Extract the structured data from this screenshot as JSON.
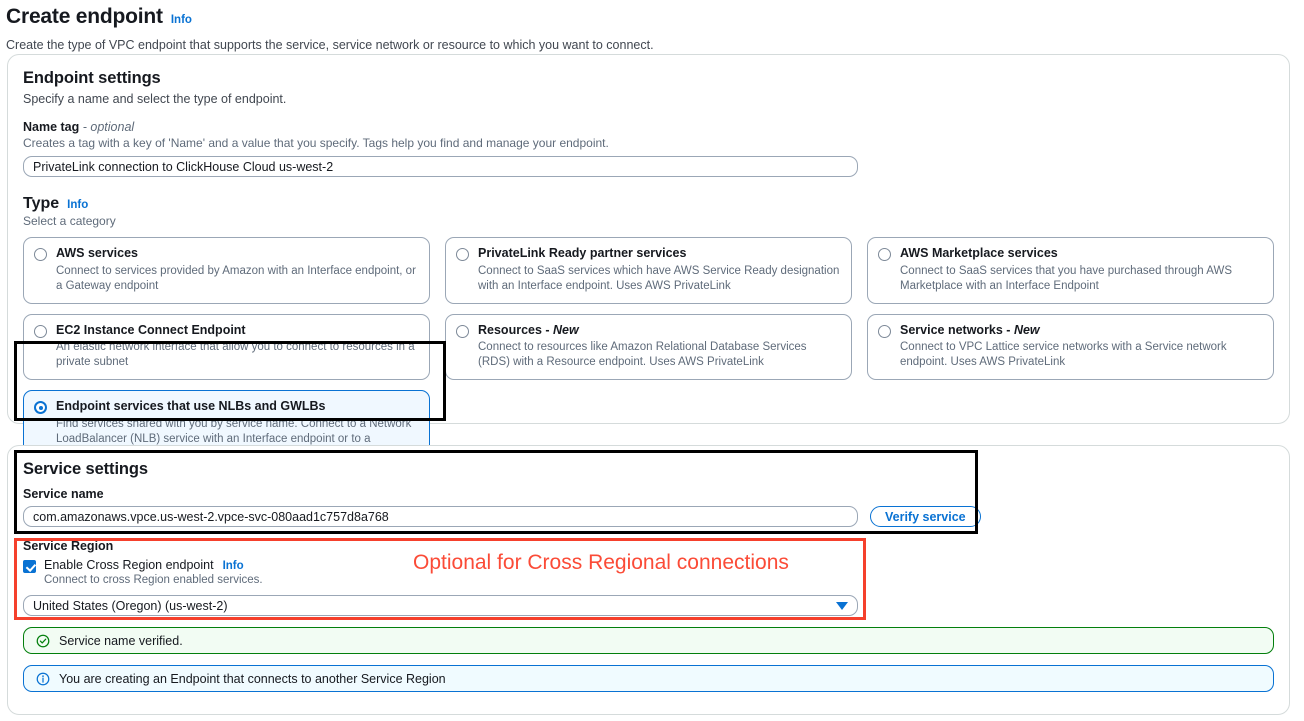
{
  "header": {
    "title": "Create endpoint",
    "info_label": "Info",
    "description": "Create the type of VPC endpoint that supports the service, service network or resource to which you want to connect."
  },
  "endpoint_settings": {
    "title": "Endpoint settings",
    "description": "Specify a name and select the type of endpoint.",
    "name_tag": {
      "label": "Name tag",
      "optional_suffix": "- optional",
      "hint": "Creates a tag with a key of 'Name' and a value that you specify. Tags help you find and manage your endpoint.",
      "value": "PrivateLink connection to ClickHouse Cloud us-west-2"
    },
    "type": {
      "label": "Type",
      "info_label": "Info",
      "sub_label": "Select a category",
      "options": [
        {
          "title": "AWS services",
          "description": "Connect to services provided by Amazon with an Interface endpoint, or a Gateway endpoint",
          "selected": false
        },
        {
          "title": "PrivateLink Ready partner services",
          "description": "Connect to SaaS services which have AWS Service Ready designation with an Interface endpoint. Uses AWS PrivateLink",
          "selected": false
        },
        {
          "title": "AWS Marketplace services",
          "description": "Connect to SaaS services that you have purchased through AWS Marketplace with an Interface Endpoint",
          "selected": false
        },
        {
          "title": "EC2 Instance Connect Endpoint",
          "description": "An elastic network interface that allow you to connect to resources in a private subnet",
          "selected": false
        },
        {
          "title": "Resources - New",
          "description": "Connect to resources like Amazon Relational Database Services (RDS) with a Resource endpoint. Uses AWS PrivateLink",
          "selected": false
        },
        {
          "title": "Service networks - New",
          "description": "Connect to VPC Lattice service networks with a Service network endpoint. Uses AWS PrivateLink",
          "selected": false
        },
        {
          "title": "Endpoint services that use NLBs and GWLBs",
          "description": "Find services shared with you by service name. Connect to a Network LoadBalancer (NLB) service with an Interface endpoint or to a Gateway LoadBalancer (GWLB) service with a Gateway Load Balancer endpoint",
          "selected": true
        }
      ]
    }
  },
  "service_settings": {
    "title": "Service settings",
    "service_name": {
      "label": "Service name",
      "value": "com.amazonaws.vpce.us-west-2.vpce-svc-080aad1c757d8a768"
    },
    "verify_button_label": "Verify service",
    "service_region": {
      "label": "Service Region",
      "checkbox_label": "Enable Cross Region endpoint",
      "info_label": "Info",
      "checkbox_checked": true,
      "hint": "Connect to cross Region enabled services.",
      "selected_region": "United States (Oregon) (us-west-2)"
    }
  },
  "alerts": [
    {
      "type": "success",
      "icon": "check-circle-icon",
      "message": "Service name verified."
    },
    {
      "type": "info",
      "icon": "info-circle-icon",
      "message": "You are creating an Endpoint that connects to another Service Region"
    }
  ],
  "annotations": {
    "cross_region_note": "Optional for Cross Regional connections",
    "highlight_color": "#f5402c",
    "box_color": "#000000"
  },
  "colors": {
    "accent_blue": "#0972d3",
    "success_green": "#037f0c",
    "annotation_red": "#fb4b37"
  }
}
